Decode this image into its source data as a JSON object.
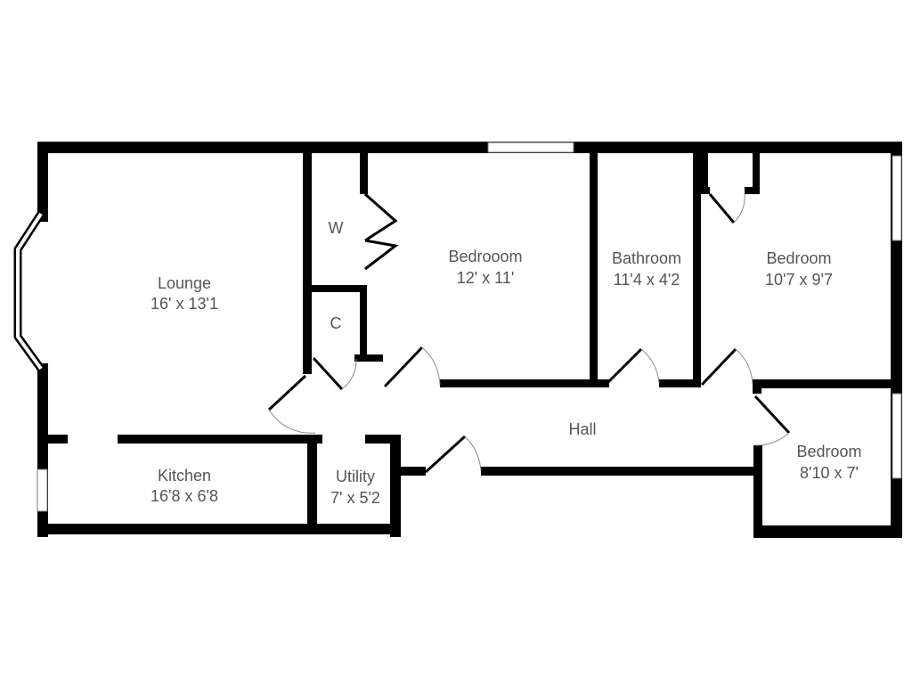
{
  "floor_plan": {
    "rooms": {
      "lounge": {
        "name": "Lounge",
        "dimensions": "16' x 13'1"
      },
      "bedroom_1": {
        "name": "Bedrooom",
        "dimensions": "12' x 11'"
      },
      "bathroom": {
        "name": "Bathroom",
        "dimensions": "11'4 x 4'2"
      },
      "bedroom_2": {
        "name": "Bedroom",
        "dimensions": "10'7 x 9'7"
      },
      "bedroom_3": {
        "name": "Bedroom",
        "dimensions": "8'10 x 7'"
      },
      "kitchen": {
        "name": "Kitchen",
        "dimensions": "16'8 x 6'8"
      },
      "utility": {
        "name": "Utility",
        "dimensions": "7' x 5'2"
      },
      "hall": {
        "name": "Hall"
      },
      "wardrobe": {
        "name": "W"
      },
      "cupboard": {
        "name": "C"
      }
    },
    "colors": {
      "wall": "#000000",
      "label": "#555555",
      "background": "#ffffff"
    }
  }
}
